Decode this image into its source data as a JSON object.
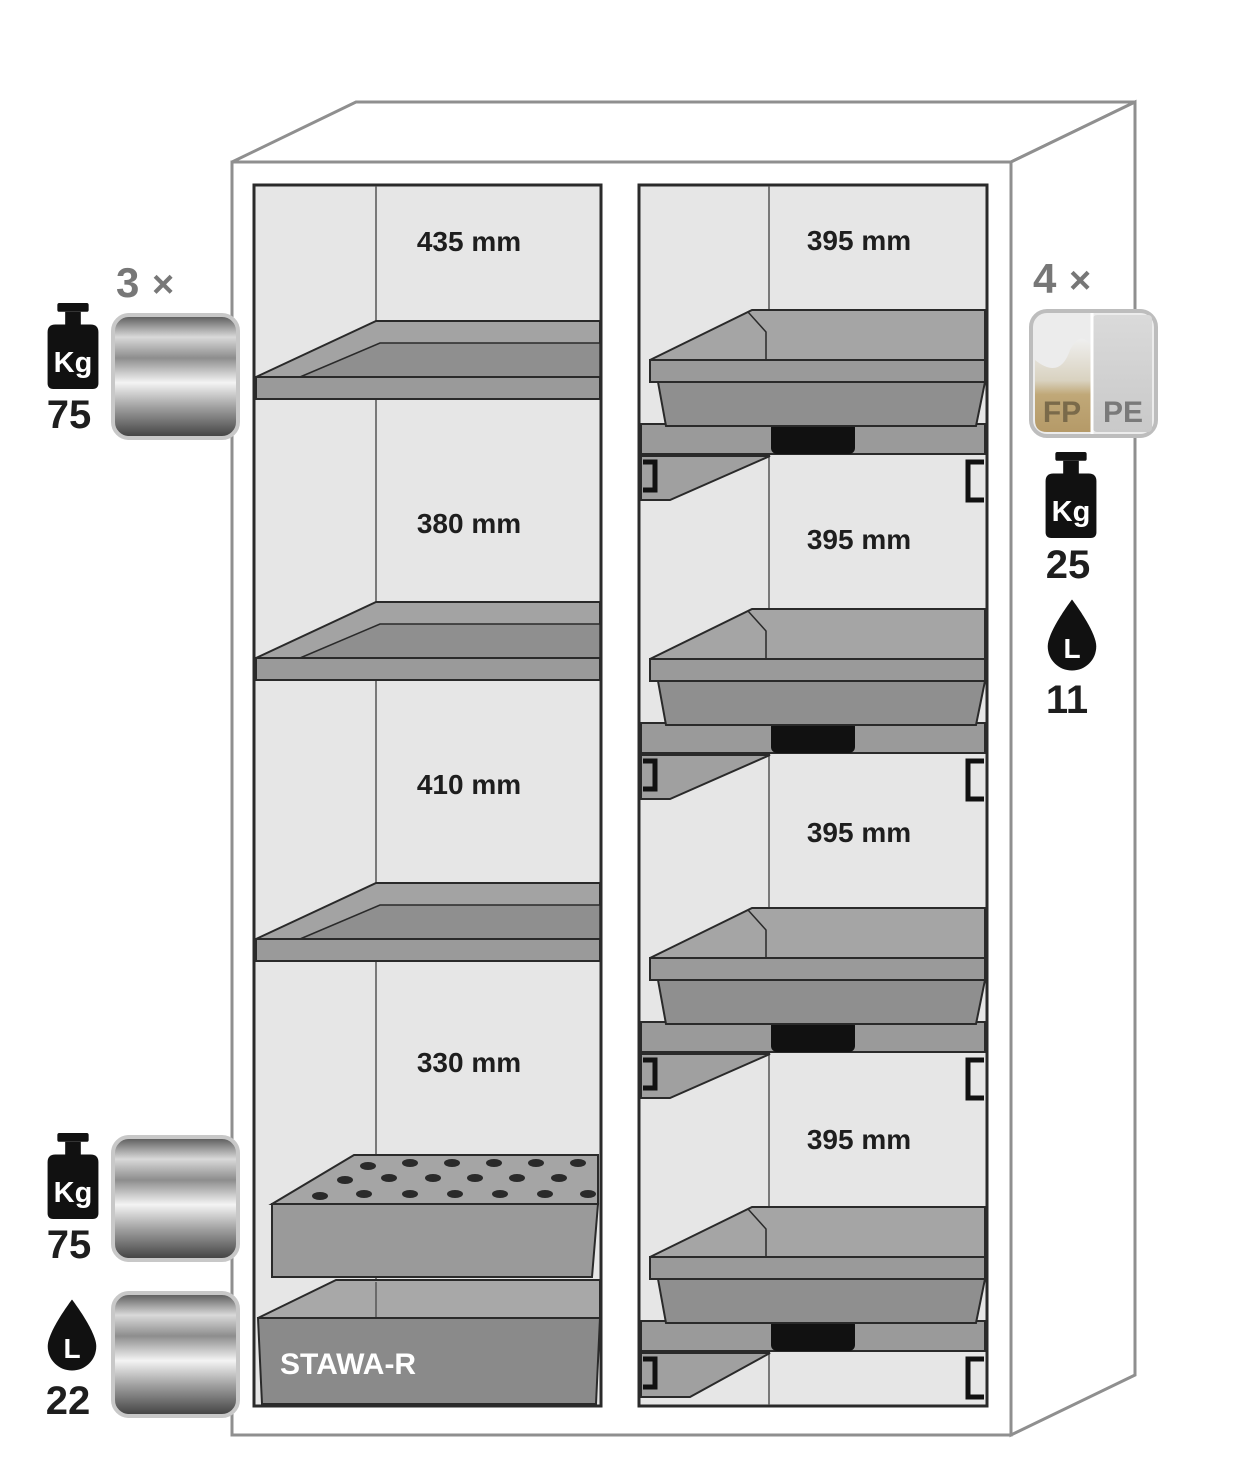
{
  "left_compartment": {
    "heights": [
      "435 mm",
      "380 mm",
      "410 mm",
      "330 mm"
    ],
    "sump_label": "STAWA-R"
  },
  "right_compartment": {
    "heights": [
      "395 mm",
      "395 mm",
      "395 mm",
      "395 mm"
    ]
  },
  "left_shelf_spec": {
    "quantity": "3",
    "multiply": "×",
    "weight_unit": "Kg",
    "load": "75"
  },
  "left_bottom_spec": {
    "weight_unit": "Kg",
    "load": "75",
    "volume_unit": "L",
    "volume": "22"
  },
  "right_tray_spec": {
    "quantity": "4",
    "multiply": "×",
    "material_1": "FP",
    "material_2": "PE",
    "weight_unit": "Kg",
    "load": "25",
    "volume_unit": "L",
    "volume": "11"
  },
  "colors": {
    "interior": "#e6e6e6",
    "shelf": "#9a9a9a",
    "outline": "#2a2a2a",
    "cabinet_border": "#8f8f8f",
    "badge_text": "#ffffff",
    "number_text": "#1e1e1e",
    "multiplier_text": "#777777",
    "fp_color": "#c6b490",
    "pe_color": "#e6e6e6"
  }
}
